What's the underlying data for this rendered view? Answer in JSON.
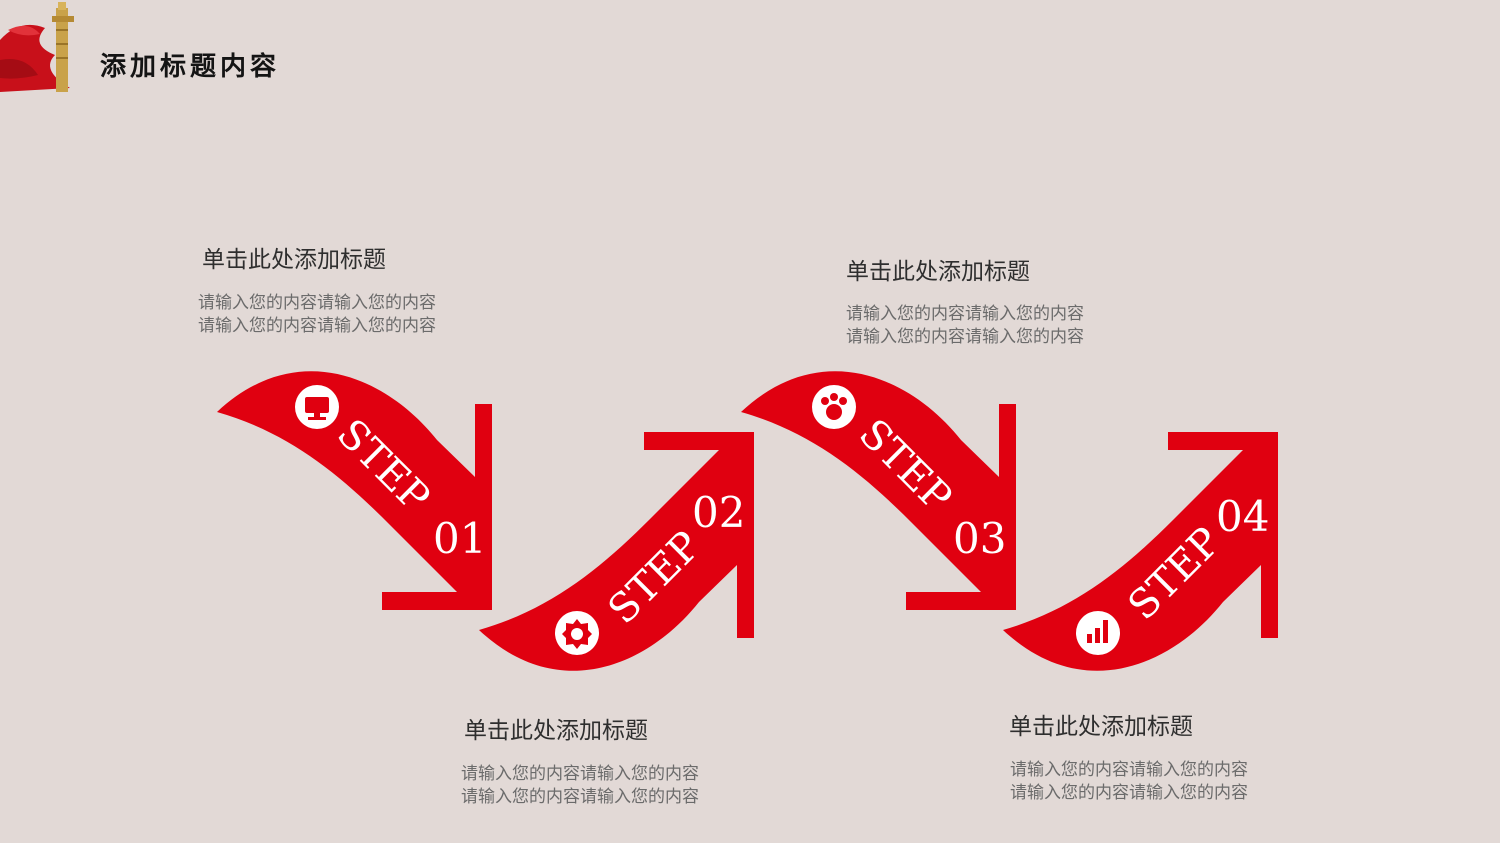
{
  "header": {
    "title": "添加标题内容",
    "logo_icon": "flag-pillar-icon"
  },
  "colors": {
    "background": "#e2d9d6",
    "accent": "#e00010",
    "text_dark": "#2e2e2e",
    "text_muted": "#6b6b6b"
  },
  "steps": [
    {
      "word": "STEP",
      "number": "01",
      "icon": "monitor-icon",
      "title": "单击此处添加标题",
      "desc_line1": "请输入您的内容请输入您的内容",
      "desc_line2": "请输入您的内容请输入您的内容"
    },
    {
      "word": "STEP",
      "number": "02",
      "icon": "badge-icon",
      "title": "单击此处添加标题",
      "desc_line1": "请输入您的内容请输入您的内容",
      "desc_line2": "请输入您的内容请输入您的内容"
    },
    {
      "word": "STEP",
      "number": "03",
      "icon": "paw-icon",
      "title": "单击此处添加标题",
      "desc_line1": "请输入您的内容请输入您的内容",
      "desc_line2": "请输入您的内容请输入您的内容"
    },
    {
      "word": "STEP",
      "number": "04",
      "icon": "bar-chart-icon",
      "title": "单击此处添加标题",
      "desc_line1": "请输入您的内容请输入您的内容",
      "desc_line2": "请输入您的内容请输入您的内容"
    }
  ]
}
